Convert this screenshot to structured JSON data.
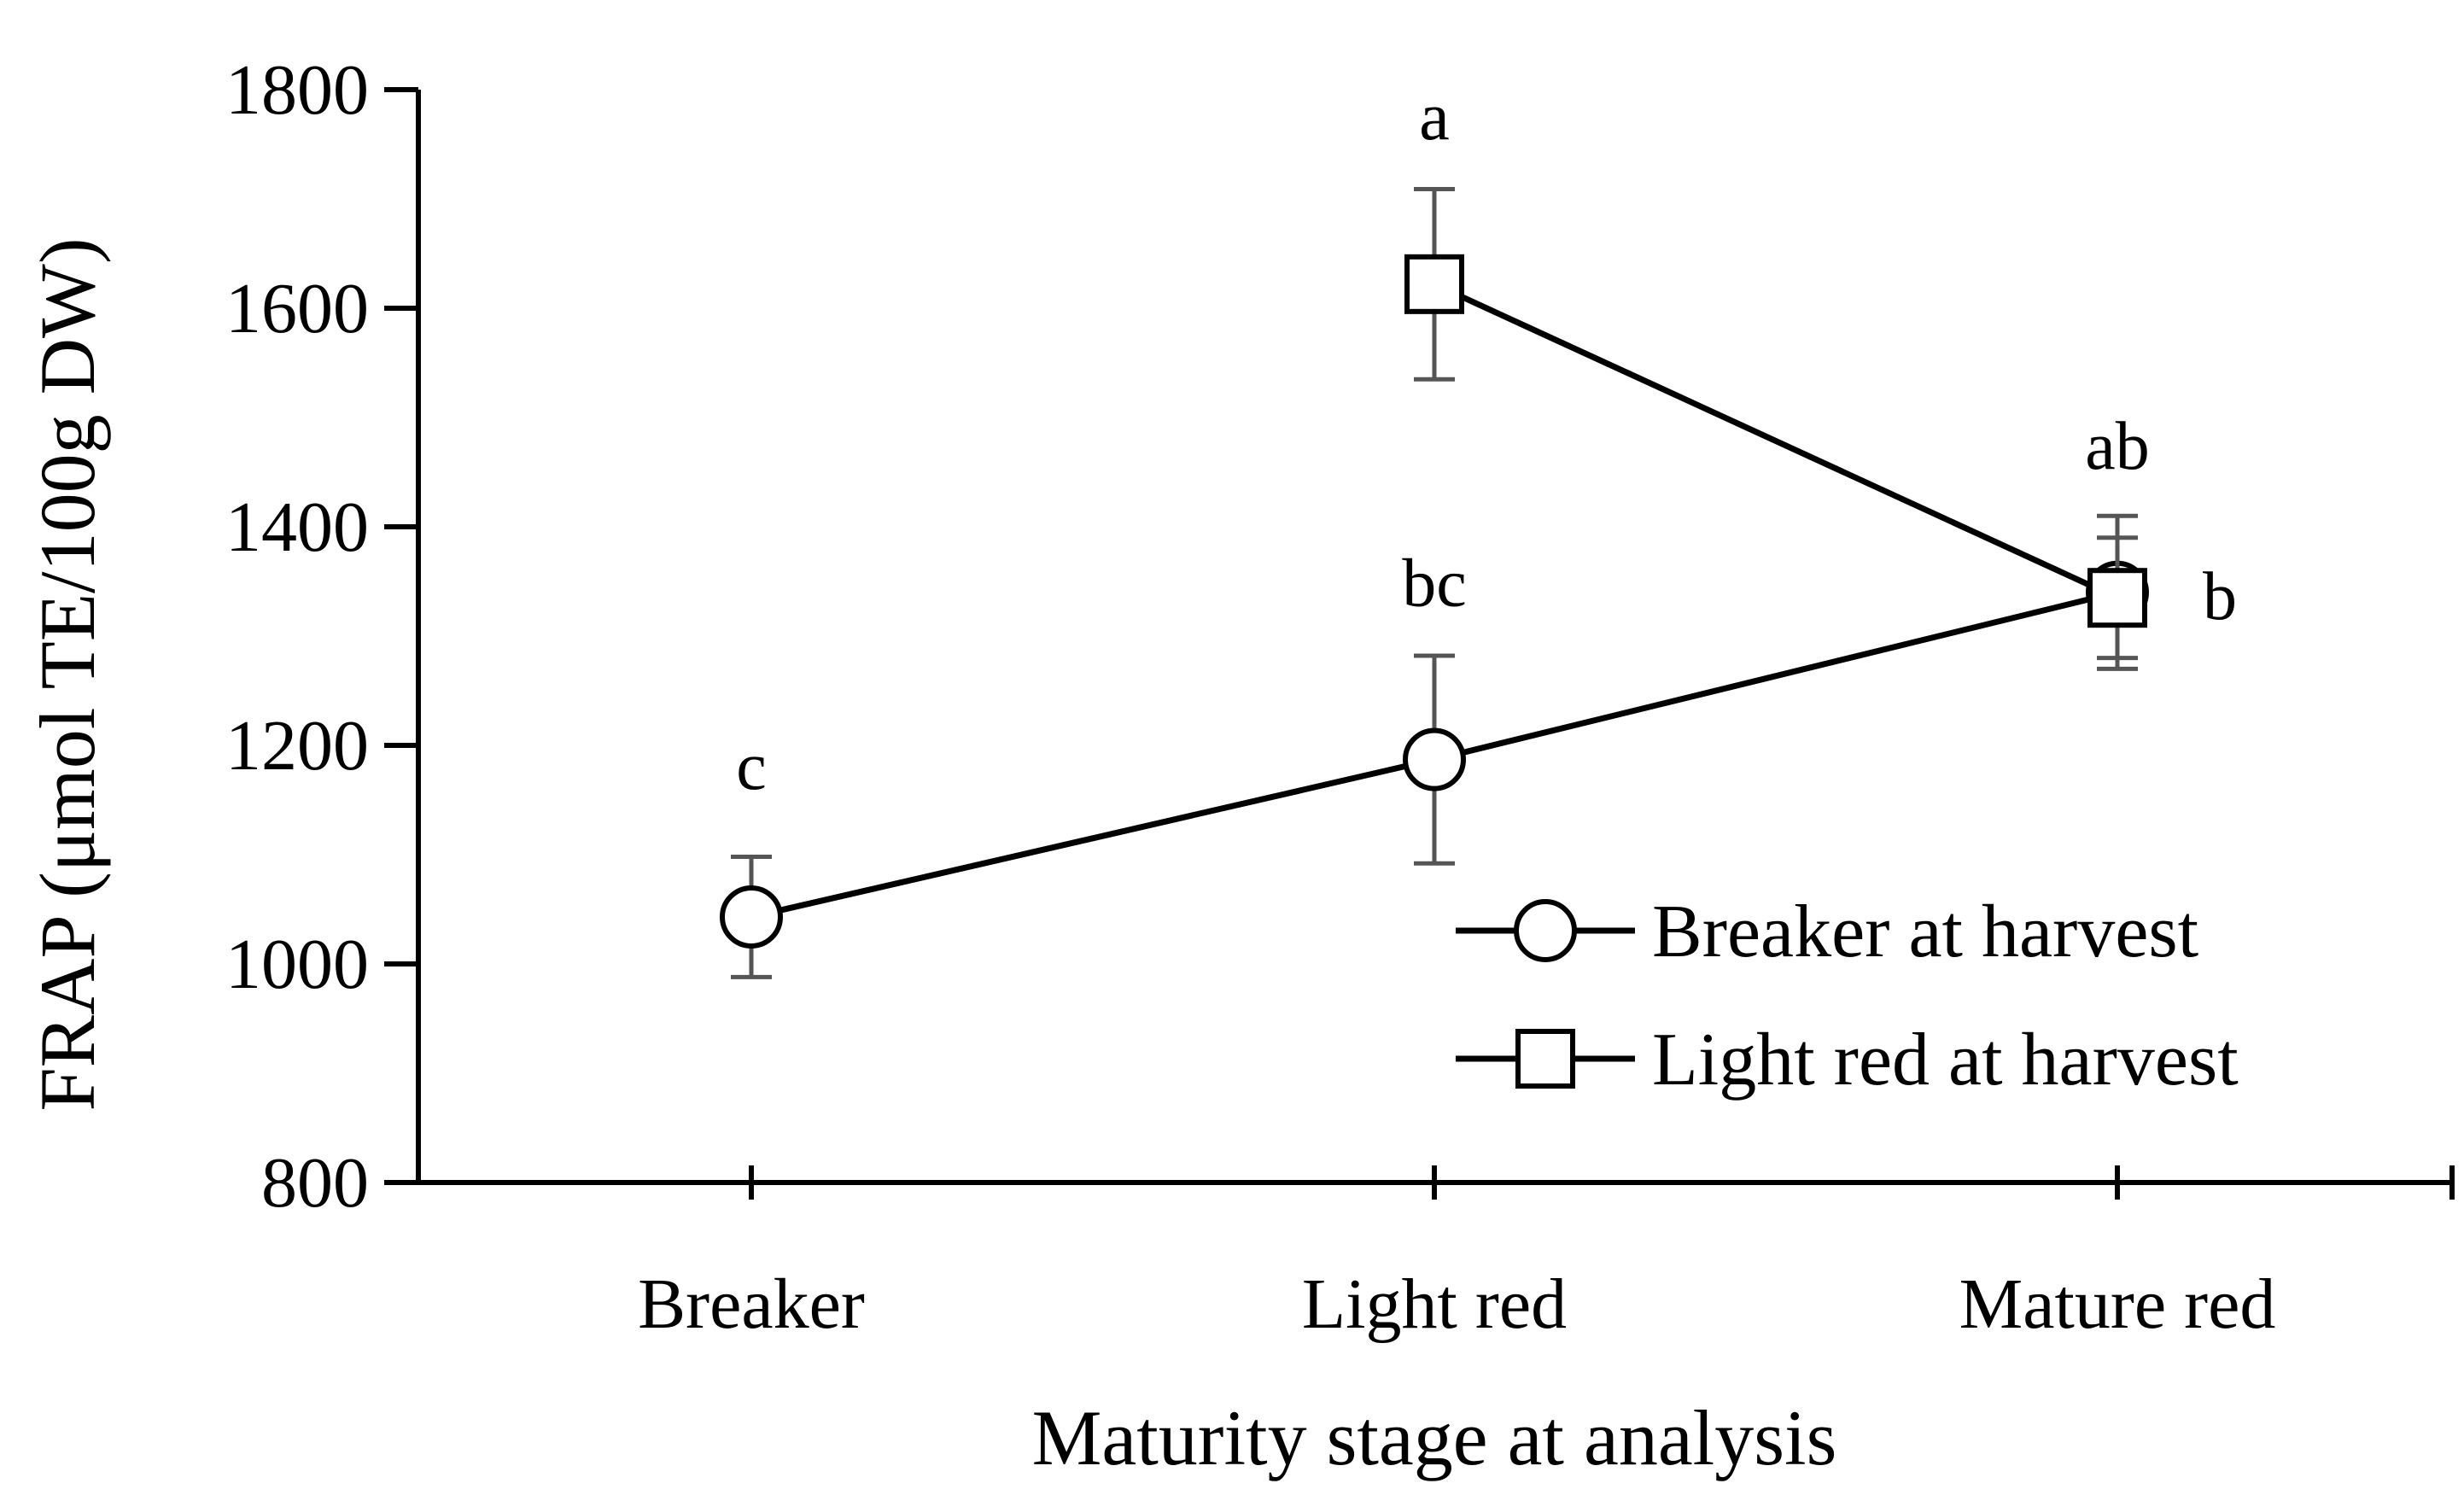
{
  "chart_data": {
    "type": "line",
    "title": "",
    "xlabel": "Maturity stage at analysis",
    "ylabel": "FRAP (μmol TE/100g DW)",
    "categories": [
      "Breaker",
      "Light red",
      "Mature red"
    ],
    "ylim": [
      800,
      1800
    ],
    "yticks": [
      "800",
      "1000",
      "1200",
      "1400",
      "1600",
      "1800"
    ],
    "grid": false,
    "legend_position": "lower-right",
    "series": [
      {
        "name": "Breaker at harvest",
        "marker": "circle",
        "values": [
          1043,
          1187,
          1340
        ],
        "errors": [
          55,
          95,
          70
        ],
        "labels": [
          "c",
          "bc",
          "ab"
        ]
      },
      {
        "name": "Light red at harvest",
        "marker": "square",
        "values": [
          null,
          1622,
          1335
        ],
        "errors": [
          null,
          87,
          55
        ],
        "labels": [
          "",
          "a",
          "b"
        ]
      }
    ]
  }
}
